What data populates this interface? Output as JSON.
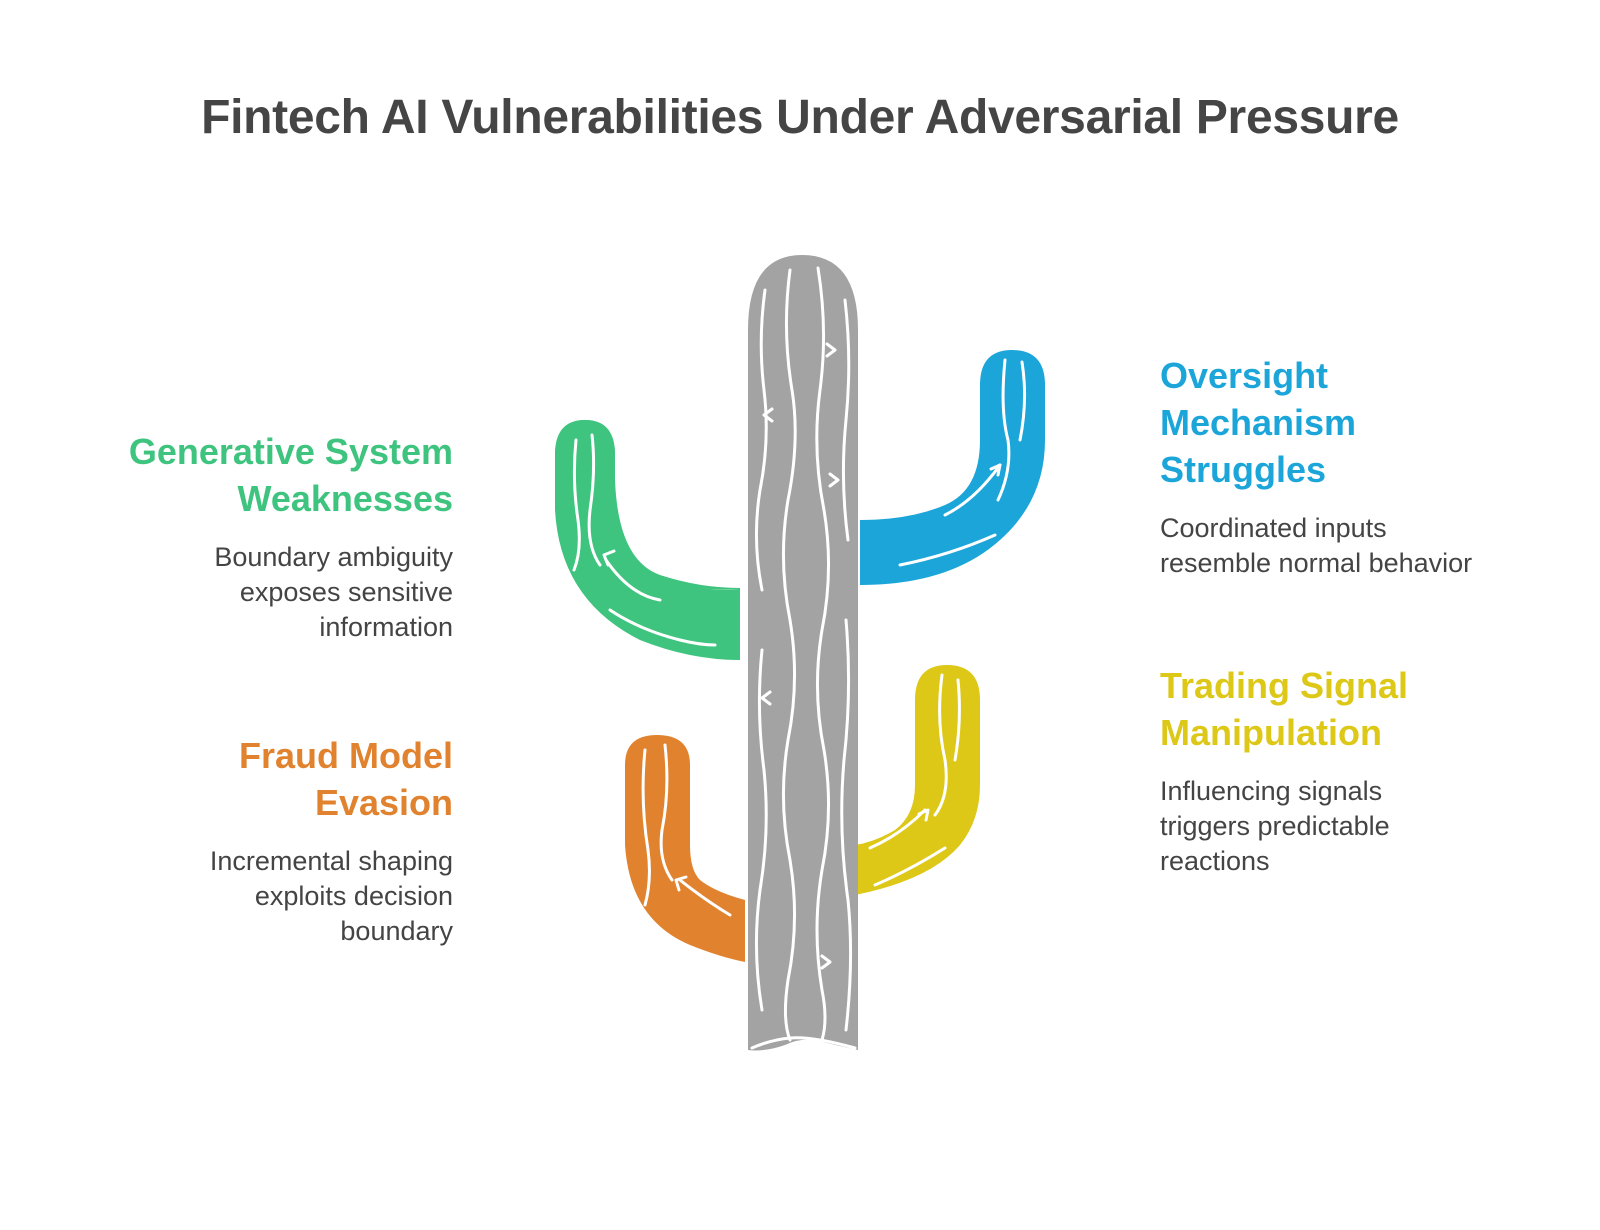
{
  "title": "Fintech AI Vulnerabilities Under Adversarial Pressure",
  "items": {
    "generative": {
      "heading": [
        "Generative System",
        "Weaknesses"
      ],
      "description": [
        "Boundary ambiguity",
        "exposes sensitive",
        "information"
      ],
      "color": "#3ec47e"
    },
    "fraud": {
      "heading": [
        "Fraud Model",
        "Evasion"
      ],
      "description": [
        "Incremental shaping",
        "exploits decision",
        "boundary"
      ],
      "color": "#e0822e"
    },
    "oversight": {
      "heading": [
        "Oversight",
        "Mechanism",
        "Struggles"
      ],
      "description": [
        "Coordinated inputs",
        "resemble normal behavior"
      ],
      "color": "#1ba5d9"
    },
    "trading": {
      "heading": [
        "Trading Signal",
        "Manipulation"
      ],
      "description": [
        "Influencing signals",
        "triggers predictable",
        "reactions"
      ],
      "color": "#ddc818"
    }
  },
  "trunk_color": "#a3a3a3"
}
